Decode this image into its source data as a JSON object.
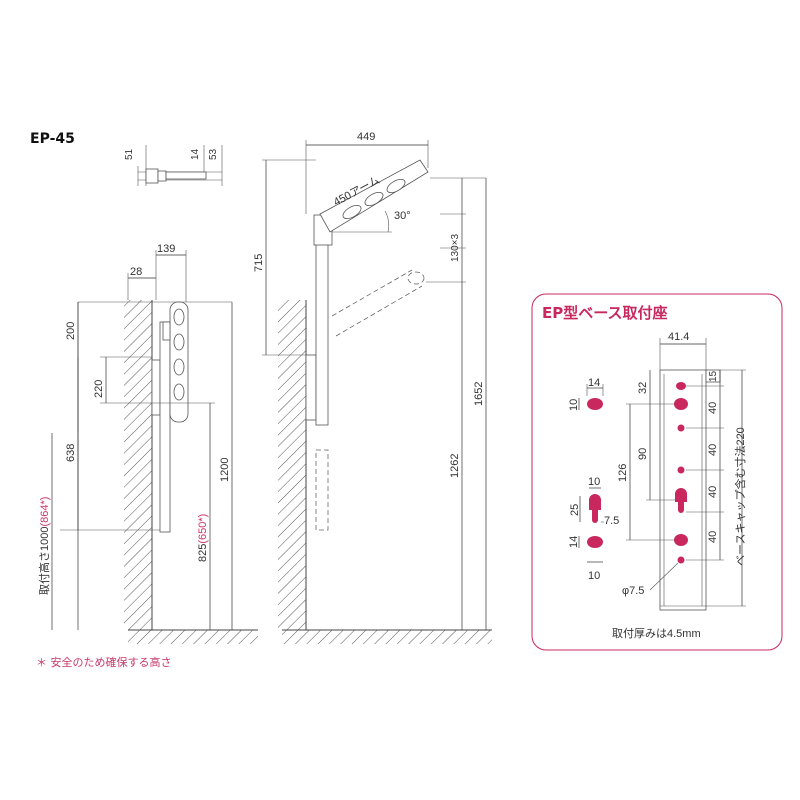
{
  "model": "EP-45",
  "footnote": "＊ 安全のため確保する高さ",
  "colors": {
    "accent": "#c8285e",
    "hole": "#c8285e",
    "line": "#333333"
  },
  "top_view": {
    "dims": [
      "51",
      "14",
      "53"
    ]
  },
  "side_view": {
    "dims": {
      "width": "139",
      "offset": "28",
      "top": "200",
      "mid": "220",
      "span": "638",
      "height_label": "取付高さ1000",
      "height_safe": "(864*)",
      "hook_label": "825",
      "hook_safe": "(650*)",
      "total": "1200"
    }
  },
  "front_view": {
    "dims": {
      "width": "449",
      "height": "715",
      "arm_label": "450アーム",
      "angle": "30°",
      "pitch": "130×3",
      "h1": "1262",
      "h2": "1652"
    }
  },
  "base_inset": {
    "title": "EP型ベース取付座",
    "width": "41.4",
    "hole_small": {
      "w": "14",
      "h": "10"
    },
    "hole_key": {
      "w": "10",
      "h": "25",
      "neck": "7.5"
    },
    "hole_round": {
      "w": "14",
      "h": "10"
    },
    "left_dims": [
      "32",
      "90",
      "126"
    ],
    "right_dims": [
      "15",
      "40",
      "40",
      "40",
      "40"
    ],
    "vertical_note": "ベースキャップ含む寸法220",
    "phi": "φ7.5",
    "thickness_note": "取付厚みは4.5mm"
  }
}
